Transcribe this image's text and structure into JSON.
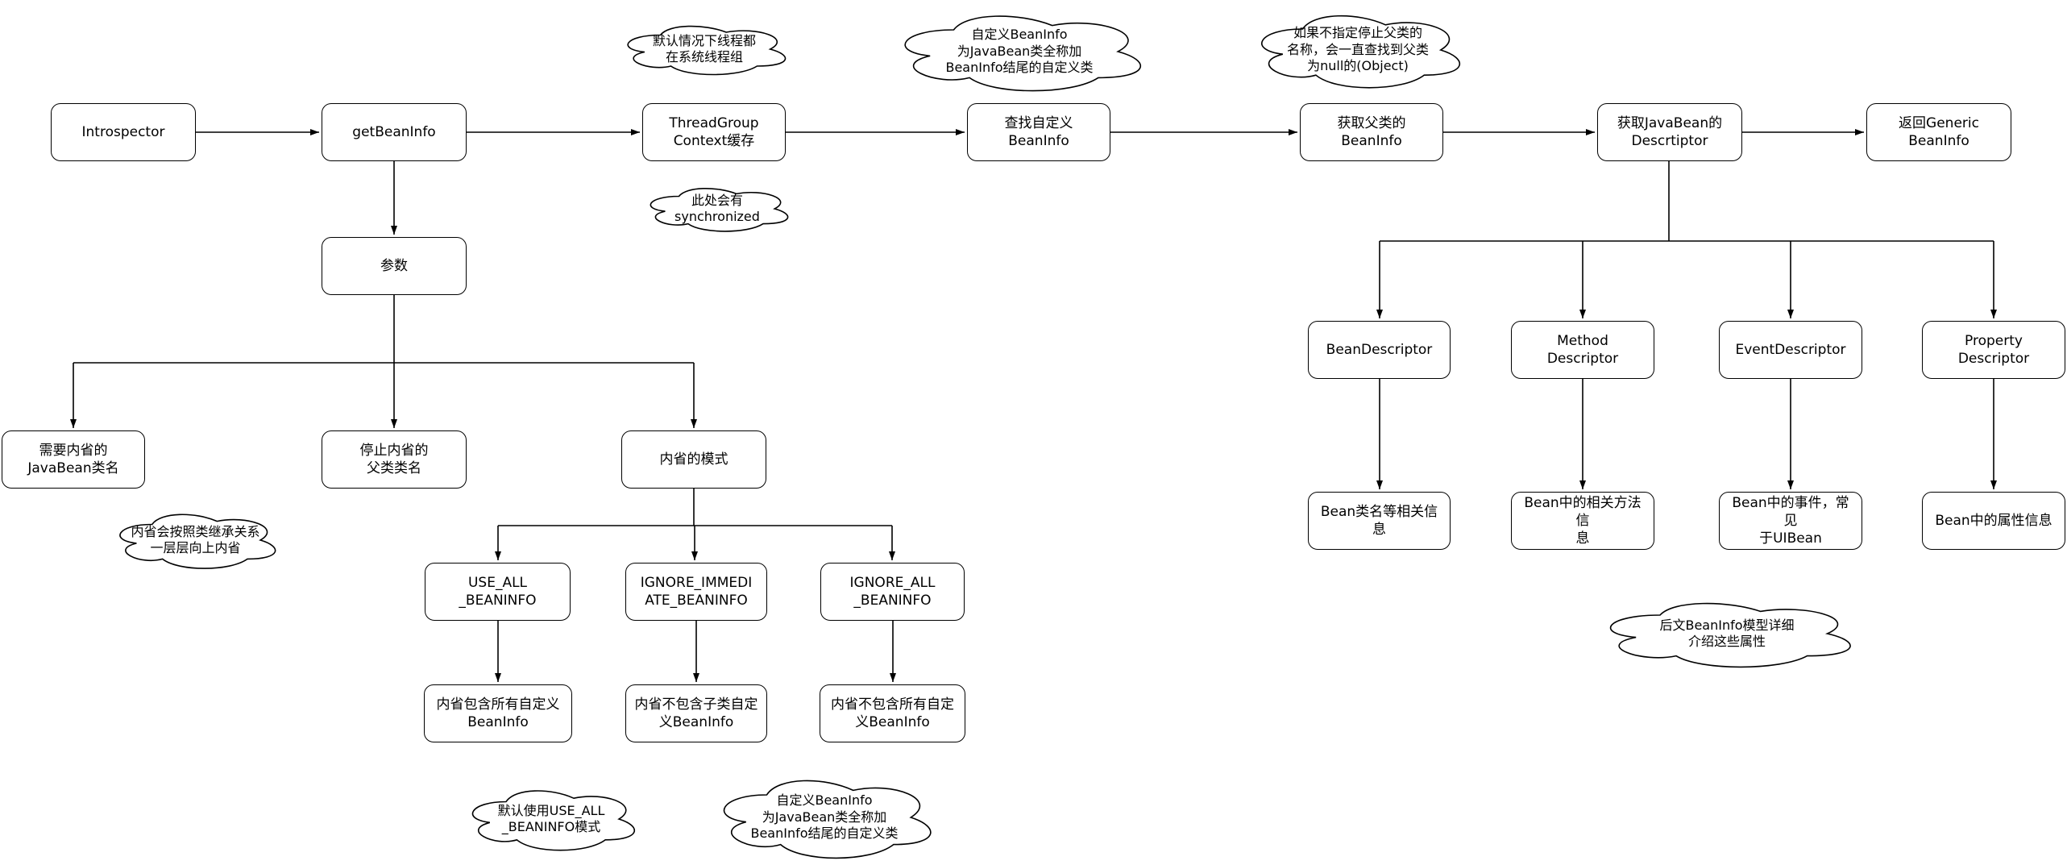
{
  "diagram": {
    "nodes": [
      {
        "id": "introspector",
        "label": "Introspector"
      },
      {
        "id": "getBeanInfo",
        "label": "getBeanInfo"
      },
      {
        "id": "threadgroup-cache",
        "label": "ThreadGroup\nContext缓存"
      },
      {
        "id": "find-custom-beaninfo",
        "label": "查找自定义BeanInfo"
      },
      {
        "id": "get-parent-beaninfo",
        "label": "获取父类的BeanInfo"
      },
      {
        "id": "get-javabean-descriptor",
        "label": "获取JavaBean的\nDescrtiptor"
      },
      {
        "id": "return-generic-beaninfo",
        "label": "返回Generic\nBeanInfo"
      },
      {
        "id": "params",
        "label": "参数"
      },
      {
        "id": "target-javabean-class",
        "label": "需要内省的\nJavaBean类名"
      },
      {
        "id": "stop-parent-class",
        "label": "停止内省的\n父类类名"
      },
      {
        "id": "introspect-mode",
        "label": "内省的模式"
      },
      {
        "id": "use-all-beaninfo",
        "label": "USE_ALL\n_BEANINFO"
      },
      {
        "id": "ignore-immediate-beaninfo",
        "label": "IGNORE_IMMEDI\nATE_BEANINFO"
      },
      {
        "id": "ignore-all-beaninfo",
        "label": "IGNORE_ALL\n_BEANINFO"
      },
      {
        "id": "use-all-result",
        "label": "内省包含所有自定义\nBeanInfo"
      },
      {
        "id": "ignore-immediate-result",
        "label": "内省不包含子类自定\n义BeanInfo"
      },
      {
        "id": "ignore-all-result",
        "label": "内省不包含所有自定\n义BeanInfo"
      },
      {
        "id": "bean-descriptor",
        "label": "BeanDescriptor"
      },
      {
        "id": "method-descriptor",
        "label": "Method\nDescriptor"
      },
      {
        "id": "event-descriptor",
        "label": "EventDescriptor"
      },
      {
        "id": "property-descriptor",
        "label": "Property\nDescriptor"
      },
      {
        "id": "bean-descriptor-info",
        "label": "Bean类名等相关信息"
      },
      {
        "id": "method-descriptor-info",
        "label": "Bean中的相关方法信\n息"
      },
      {
        "id": "event-descriptor-info",
        "label": "Bean中的事件，常见\n于UIBean"
      },
      {
        "id": "property-descriptor-info",
        "label": "Bean中的属性信息"
      }
    ],
    "clouds": [
      {
        "id": "thread-group-note",
        "label": "默认情况下线程都\n在系统线程组"
      },
      {
        "id": "custom-beaninfo-note-top",
        "label": "自定义BeanInfo\n为JavaBean类全称加\nBeanInfo结尾的自定义类"
      },
      {
        "id": "stop-parent-note",
        "label": "如果不指定停止父类的\n名称，会一直查找到父类\n为null的(Object)"
      },
      {
        "id": "synchronized-note",
        "label": "此处会有\nsynchronized"
      },
      {
        "id": "inheritance-note",
        "label": "内省会按照类继承关系\n一层层向上内省"
      },
      {
        "id": "default-mode-note",
        "label": "默认使用USE_ALL\n_BEANINFO模式"
      },
      {
        "id": "custom-beaninfo-note-bottom",
        "label": "自定义BeanInfo\n为JavaBean类全称加\nBeanInfo结尾的自定义类"
      },
      {
        "id": "beaninfo-model-note",
        "label": "后文BeanInfo模型详细\n介绍这些属性"
      }
    ],
    "colors": {
      "background": "#ffffff",
      "shape_fill": "#ffffff",
      "stroke": "#000000"
    }
  }
}
